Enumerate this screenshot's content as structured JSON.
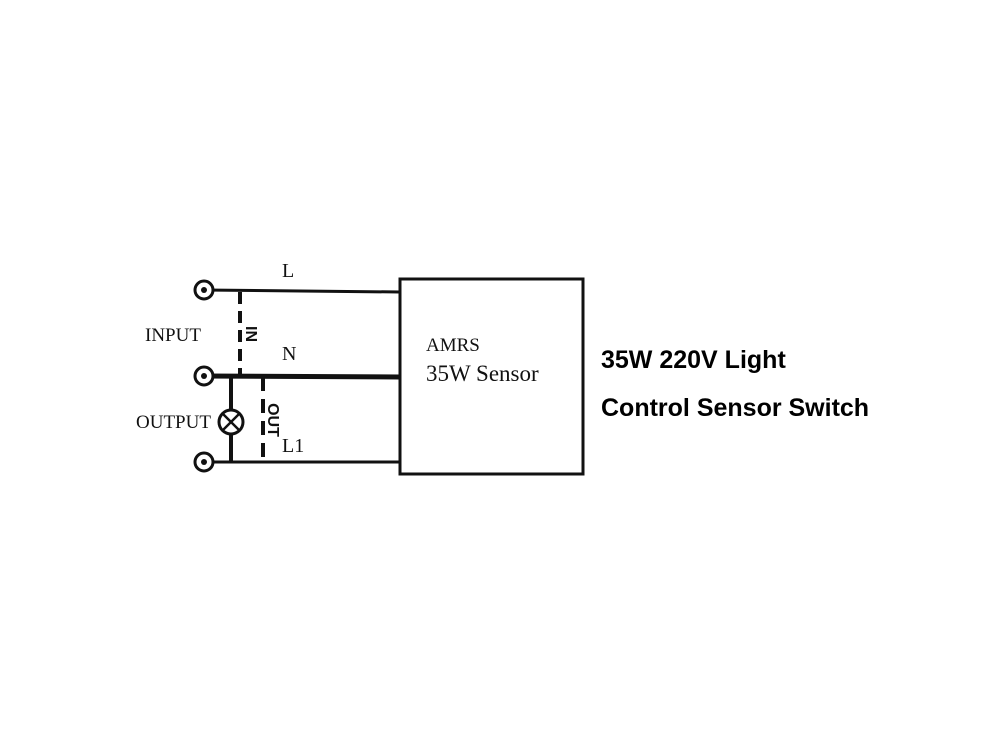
{
  "labels": {
    "input": "INPUT",
    "output": "OUTPUT",
    "line": "L",
    "neutral": "N",
    "load_line": "L1",
    "input_tag": "IN",
    "output_tag": "OUT"
  },
  "device": {
    "line1": "AMRS",
    "line2": "35W Sensor"
  },
  "caption": {
    "line1": "35W 220V Light",
    "line2": "Control Sensor Switch"
  },
  "colors": {
    "ink": "#111111",
    "background": "#ffffff"
  }
}
